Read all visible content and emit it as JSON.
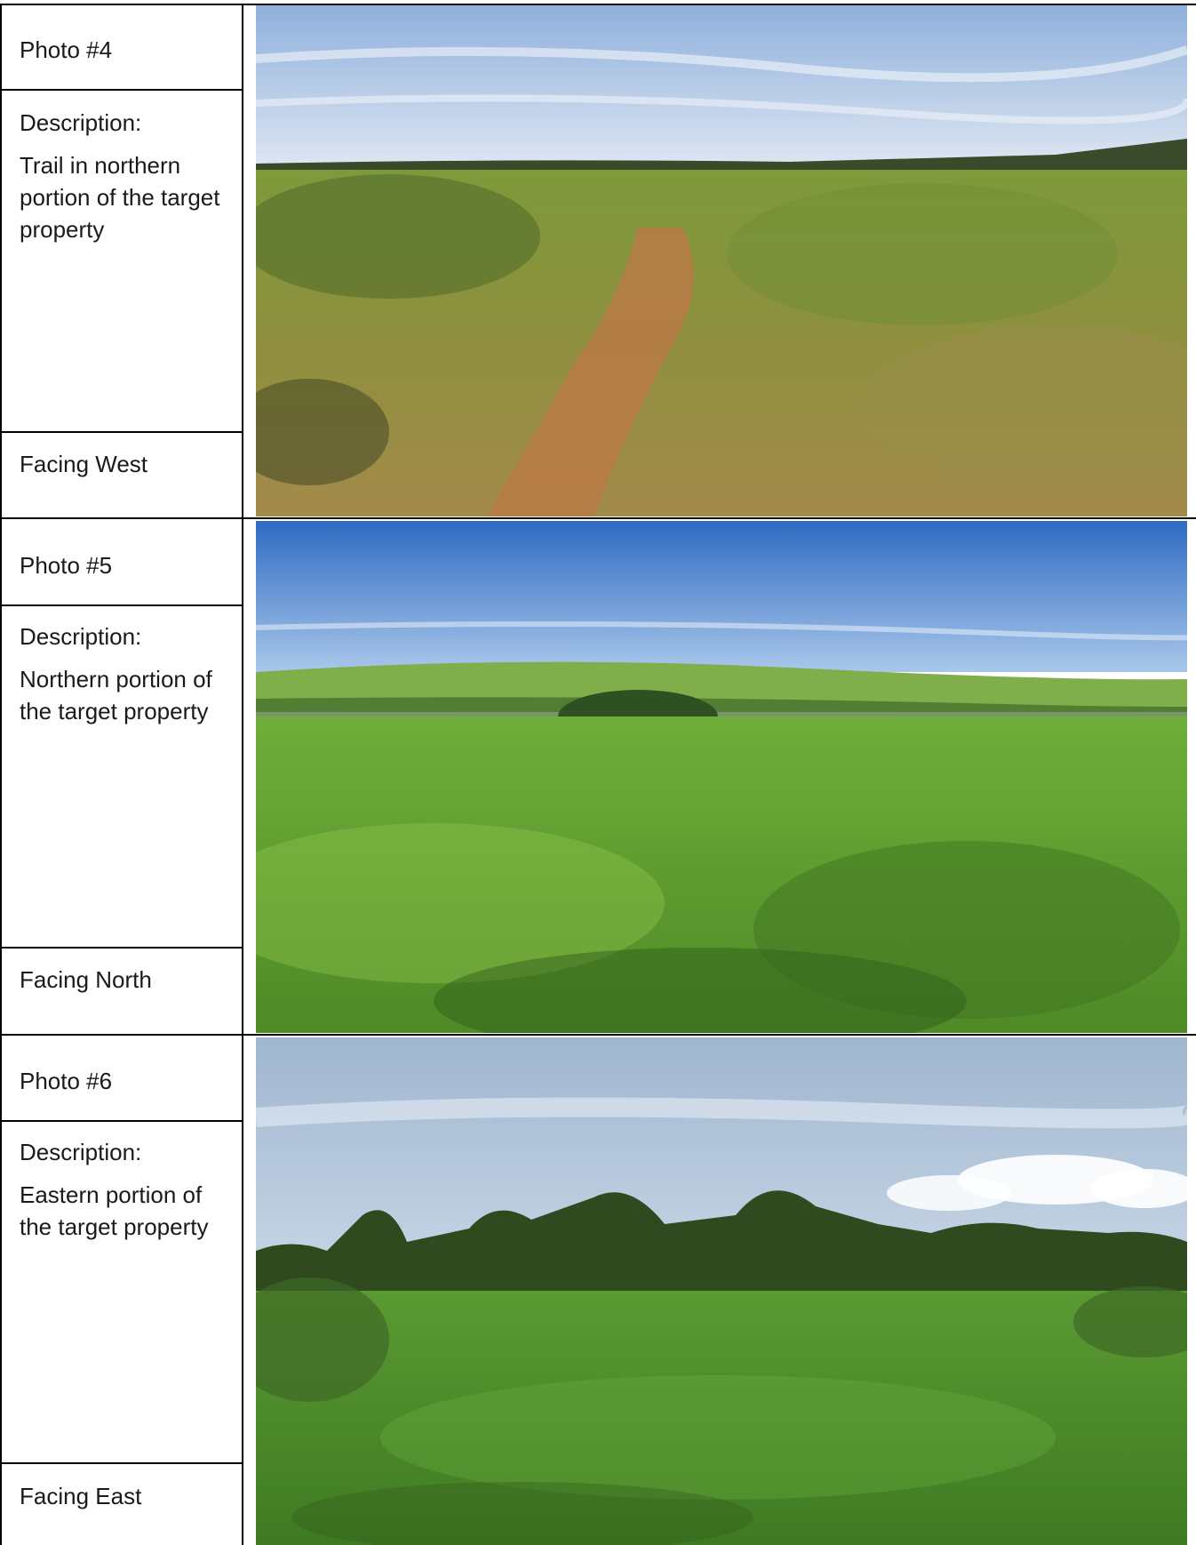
{
  "rows": [
    {
      "photo_label": "Photo #4",
      "description_label": "Description:",
      "description": "Trail in northern portion of the target property",
      "facing": "Facing West"
    },
    {
      "photo_label": "Photo #5",
      "description_label": "Description:",
      "description": "Northern portion of the target property",
      "facing": "Facing North"
    },
    {
      "photo_label": "Photo #6",
      "description_label": "Description:",
      "description": "Eastern portion of the target property",
      "facing": "Facing East"
    }
  ],
  "colors": {
    "border": "#000000",
    "sky_light": "#c8d8ec",
    "sky_deep": "#3f78c8",
    "grass_dry": "#8a8a3a",
    "grass_green": "#5f9a2e",
    "trail": "#b87a45",
    "trees": "#2e4a1e"
  }
}
